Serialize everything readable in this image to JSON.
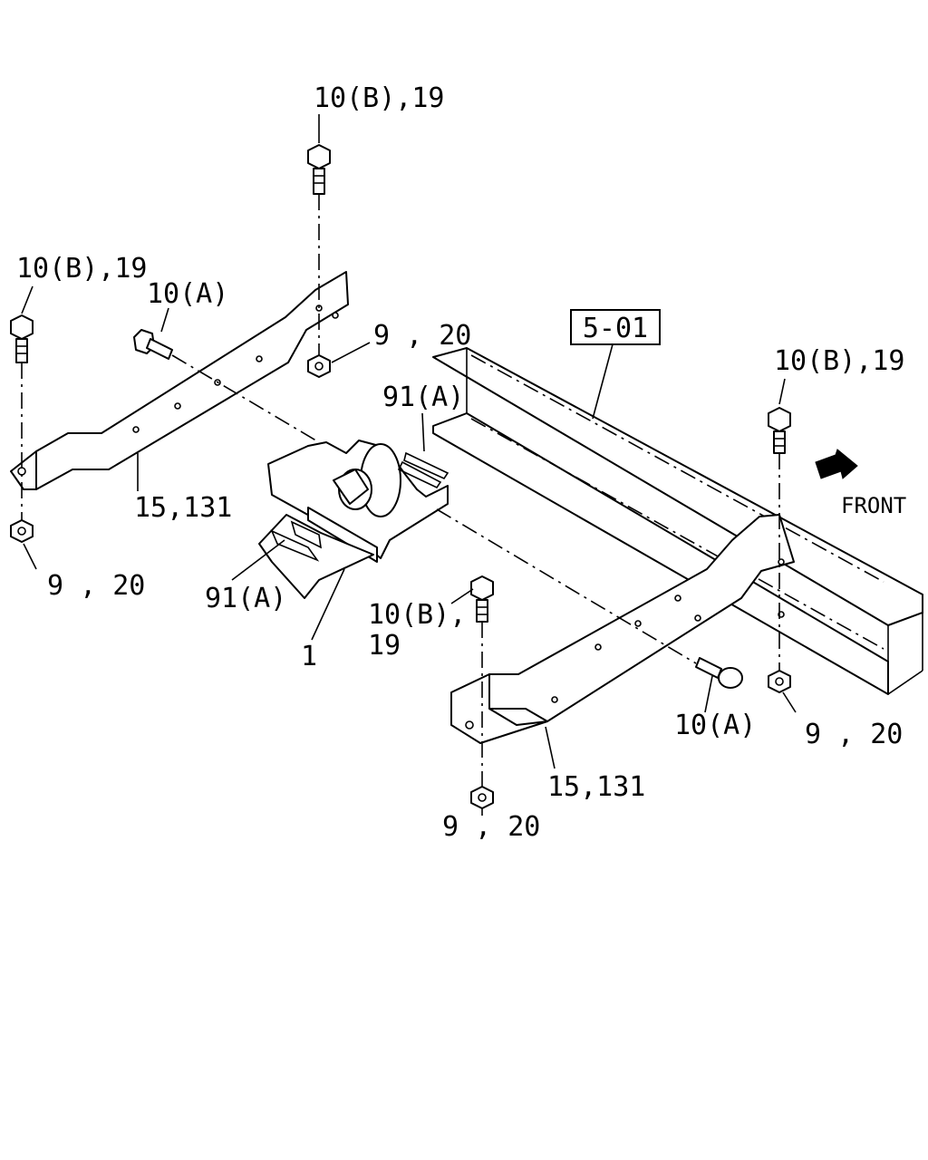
{
  "reference_box": "5-01",
  "direction": {
    "label": "FRONT",
    "icon": "front-arrow-icon"
  },
  "callouts": {
    "bolt_b_top": "10(B),19",
    "bolt_b_left": "10(B),19",
    "bolt_a_left": "10(A)",
    "nut_left_upper": "9 , 20",
    "nut_left_lower": "9 , 20",
    "bracket_left": "15,131",
    "insulator_upper": "91(A)",
    "insulator_lower": "91(A)",
    "mount": "1",
    "bolt_b_center_line1": "10(B),",
    "bolt_b_center_line2": "19",
    "bolt_b_right": "10(B),19",
    "nut_right": "9 , 20",
    "bolt_a_right": "10(A)",
    "bracket_right": "15,131",
    "nut_center_bottom": "9 , 20"
  }
}
